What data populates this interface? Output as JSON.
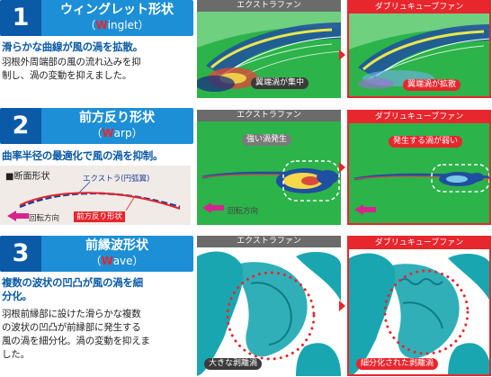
{
  "sections": [
    {
      "number": "1",
      "title": "ウィングレット形状",
      "sub_prefix": "（",
      "sub_highlight": "W",
      "sub_rest": "inglet）",
      "lead": "滑らかな曲線が風の渦を拡散。",
      "desc": [
        "羽根外周端部の風の流れ込みを抑",
        "制し、渦の変動を抑えました。"
      ],
      "left_caption": "エクストラファン",
      "right_caption": "ダブリュキューブファン",
      "left_callout": "翼端渦が集中",
      "right_callout": "翼端渦が拡散"
    },
    {
      "number": "2",
      "title": "前方反り形状",
      "sub_prefix": "（",
      "sub_highlight": "W",
      "sub_rest": "arp）",
      "lead": "曲率半径の最適化で風の渦を抑制。",
      "section_label": "■断面形状",
      "extra_label": "エクストラ(円弧翼)",
      "warp_label": "前方反り形状",
      "rotation_label": "回転方向",
      "left_caption": "エクストラファン",
      "right_caption": "ダブリュキューブファン",
      "left_callout": "強い渦発生",
      "right_callout": "発生する渦が弱い"
    },
    {
      "number": "3",
      "title": "前縁波形状",
      "sub_prefix": "（",
      "sub_highlight": "W",
      "sub_rest": "ave）",
      "lead": [
        "複数の波状の凹凸が風の渦を細",
        "分化。"
      ],
      "desc": [
        "羽根前縁部に設けた滑らかな複数",
        "の波状の凹凸が前縁部に発生する",
        "風の渦を細分化。渦の変動を抑えま",
        "した。"
      ],
      "left_caption": "エクストラファン",
      "right_caption": "ダブリュキューブファン",
      "left_callout": "大きな剥離渦",
      "right_callout": "細分化された剥離渦"
    }
  ],
  "colors": {
    "header_blue": "#1d8fd6",
    "number_blue": "#0a5aa8",
    "accent_red": "#e8262d",
    "caption_grey": "#6b6b6b",
    "sim_green": "#2cb34a",
    "sim_teal": "#1aa6b0"
  }
}
